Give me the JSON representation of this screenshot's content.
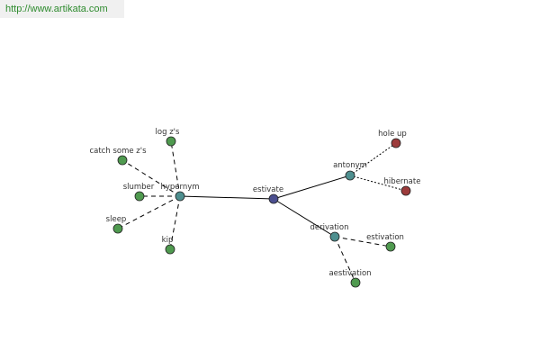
{
  "watermark": "http://www.artikata.com",
  "colors": {
    "center": "#4b4f8f",
    "relation": "#4e8f8f",
    "synonym": "#4f9a4f",
    "antonym_term": "#9c3b3b"
  },
  "graph": {
    "nodes": {
      "estivate": "estivate",
      "hypernym": "hypernym",
      "antonym": "antonym",
      "derivation": "derivation",
      "log_zs": "log z's",
      "catch_some_zs": "catch some z's",
      "slumber": "slumber",
      "sleep": "sleep",
      "kip": "kip",
      "hole_up": "hole up",
      "hibernate": "hibernate",
      "estivation": "estivation",
      "aestivation": "aestivation"
    }
  }
}
